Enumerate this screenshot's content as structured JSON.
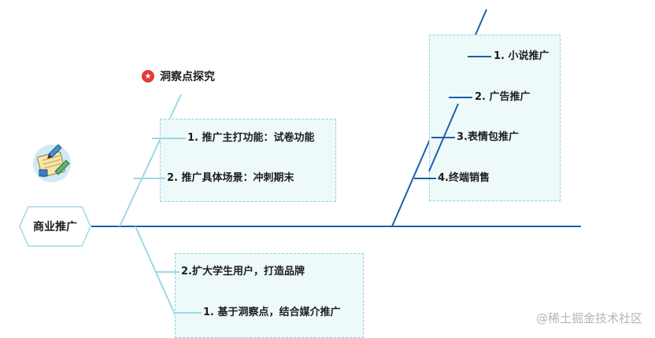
{
  "root": {
    "label": "商业推广"
  },
  "upper_left": {
    "title": "洞察点探究",
    "items": [
      "1. 推广主打功能：试卷功能",
      "2. 推广具体场景：冲刺期末"
    ]
  },
  "lower_left": {
    "items": [
      "2.扩大学生用户，打造品牌",
      "1. 基于洞察点，结合媒介推广"
    ]
  },
  "upper_right": {
    "items": [
      "1. 小说推广",
      "2. 广告推广",
      "3.表情包推广",
      "4.终端销售"
    ]
  },
  "icons": {
    "root_icon": "pencil-notebook-icon",
    "title_icon": "star-badge-icon"
  },
  "colors": {
    "branch": "#1f5fa8",
    "branch_light": "#9dd8e6",
    "box_fill": "#eef9fa",
    "badge": "#e03a3a"
  },
  "watermark": "@稀土掘金技术社区"
}
